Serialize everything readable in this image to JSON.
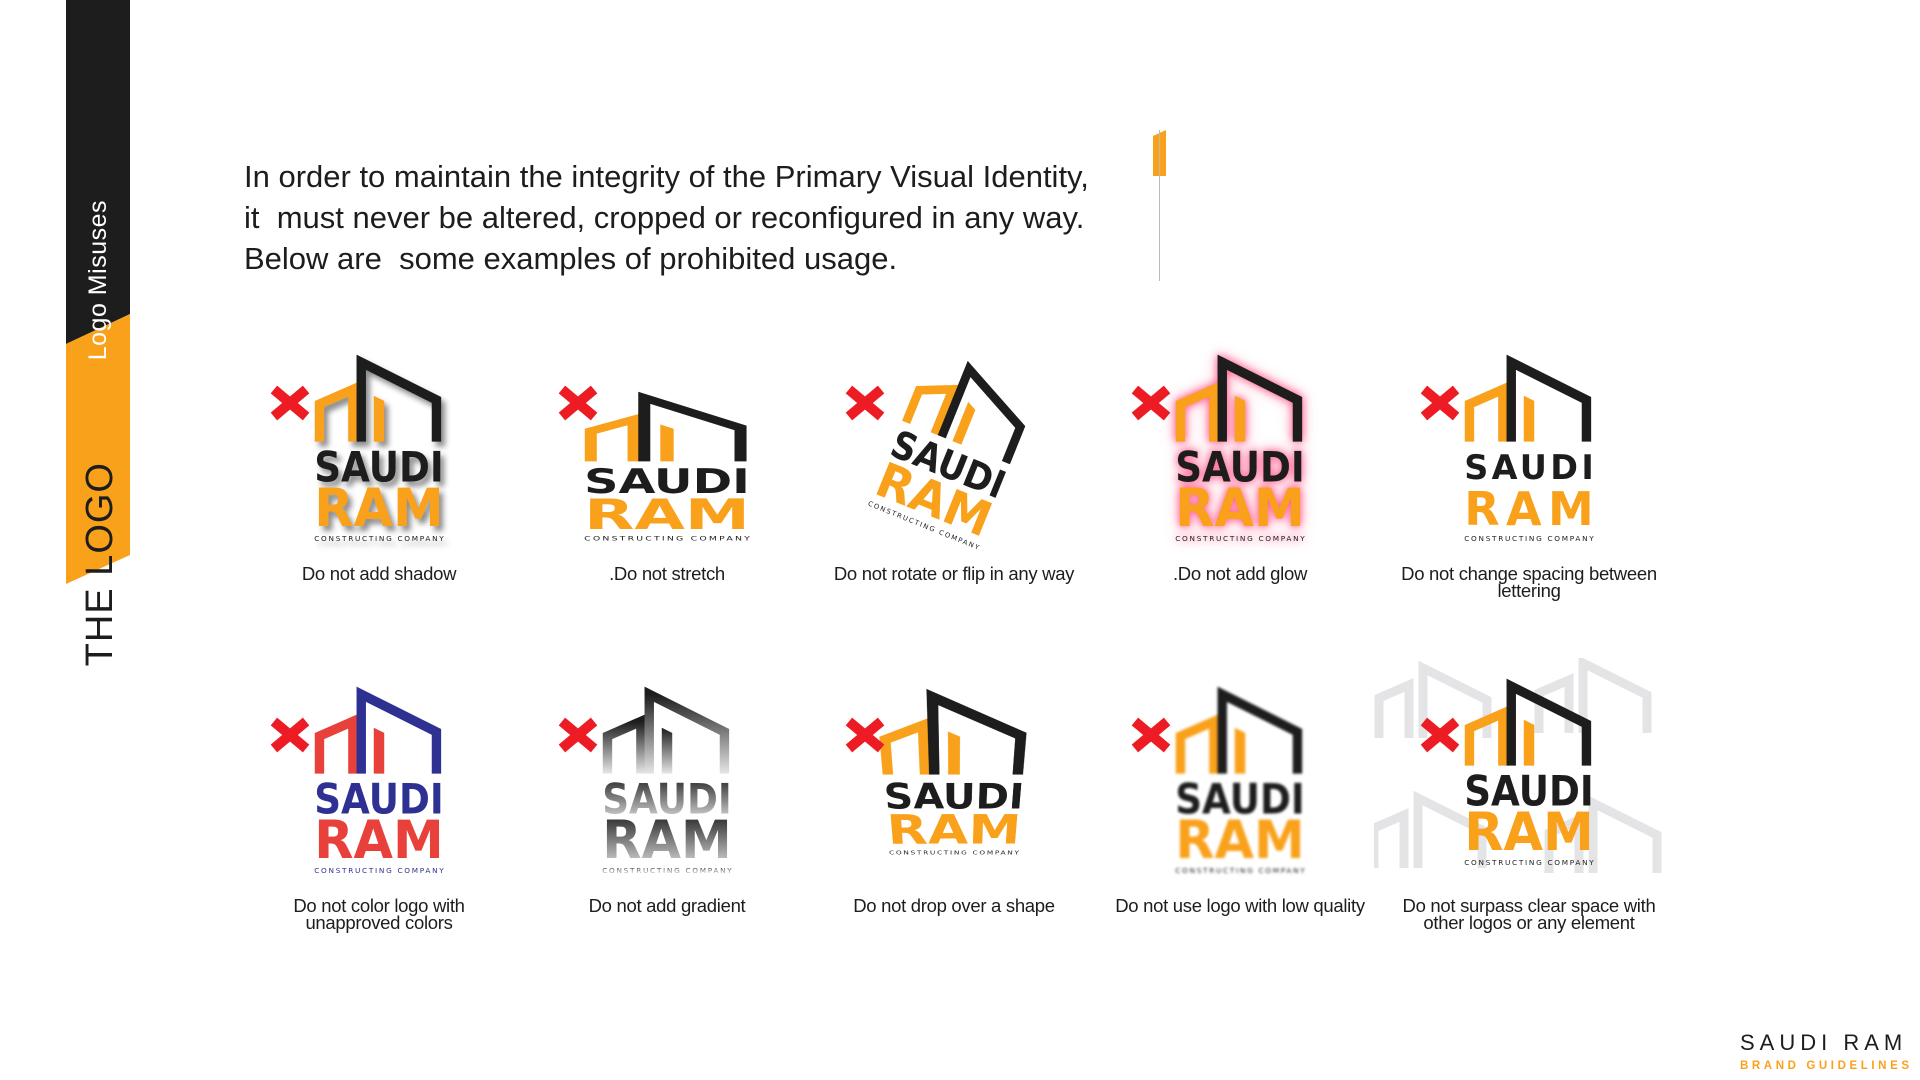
{
  "sidebar": {
    "section_label": "Logo Misuses",
    "chapter_label": "THE LOGO"
  },
  "intro": {
    "lines": [
      "In order to maintain the integrity of the Primary Visual Identity,",
      "it  must never be altered, cropped or reconfigured in any way.",
      "Below are  some examples of prohibited usage."
    ]
  },
  "logo": {
    "word1": "SAUDI",
    "word2": "RAM",
    "tagline": "CONSTRUCTING COMPANY"
  },
  "colors": {
    "orange": "#f9a11b",
    "black": "#1d1d1d",
    "red": "#ed1c24",
    "alt_red": "#e8413c",
    "alt_blue": "#2e3192"
  },
  "misuses": [
    {
      "caption": "Do not add shadow",
      "variant": "shadow"
    },
    {
      "caption": ".Do not stretch",
      "variant": "stretch"
    },
    {
      "caption": "Do not rotate or flip in any way",
      "variant": "rotate"
    },
    {
      "caption": ".Do not add glow",
      "variant": "glow"
    },
    {
      "caption": "Do not change spacing between lettering",
      "variant": "spacing"
    },
    {
      "caption": "Do not color logo with unapproved colors",
      "variant": "colors"
    },
    {
      "caption": "Do not add gradient",
      "variant": "gradient"
    },
    {
      "caption": "Do not drop over a shape",
      "variant": "shape"
    },
    {
      "caption": "Do not use logo with low quality",
      "variant": "lowquality"
    },
    {
      "caption": "Do not surpass clear space with other logos or any element",
      "variant": "clearspace"
    }
  ],
  "footer": {
    "brand": "SAUDI RAM",
    "subtitle": "BRAND GUIDELINES"
  }
}
